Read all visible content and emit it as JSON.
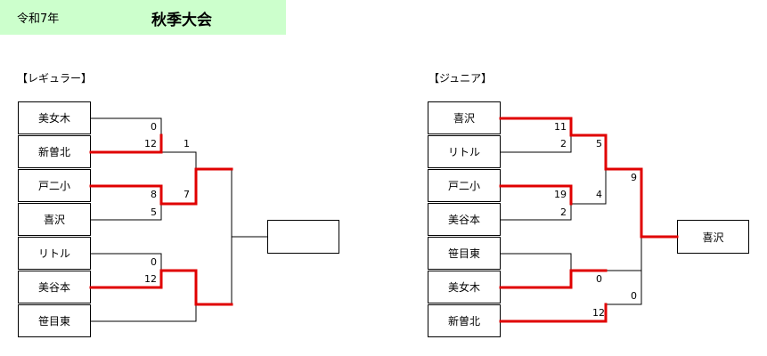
{
  "header": {
    "era": "令和7年",
    "event": "秋季大会"
  },
  "regular": {
    "label": "【レギュラー】",
    "teams": [
      "美女木",
      "新曽北",
      "戸二小",
      "喜沢",
      "リトル",
      "美谷本",
      "笹目東"
    ],
    "r1_scores": [
      "0",
      "12",
      "8",
      "5",
      "0",
      "12"
    ],
    "r2_scores": [
      "1",
      "7"
    ],
    "champion": ""
  },
  "junior": {
    "label": "【ジュニア】",
    "teams": [
      "喜沢",
      "リトル",
      "戸二小",
      "美谷本",
      "笹目東",
      "美女木",
      "新曽北"
    ],
    "r1_scores": [
      "11",
      "2",
      "19",
      "2",
      "0"
    ],
    "r2_scores": [
      "5",
      "4",
      "12"
    ],
    "r3_scores": [
      "9",
      "0"
    ],
    "champion": "喜沢"
  },
  "colors": {
    "win": "#e00000",
    "line": "#000000",
    "title_bg": "#ccffcc"
  }
}
